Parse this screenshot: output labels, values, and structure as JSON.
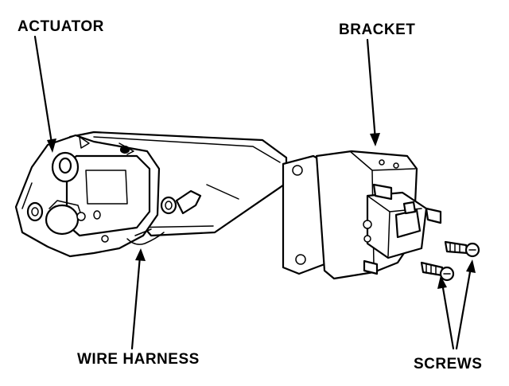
{
  "labels": {
    "actuator": "ACTUATOR",
    "bracket": "BRACKET",
    "wire_harness": "WIRE HARNESS",
    "screws": "SCREWS"
  },
  "colors": {
    "ink": "#000000",
    "background": "#ffffff"
  }
}
